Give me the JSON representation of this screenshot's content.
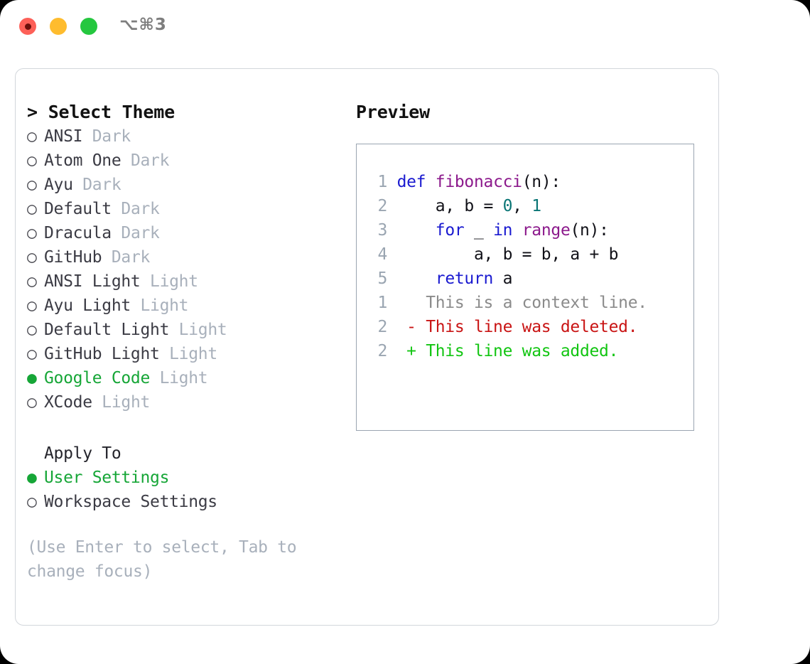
{
  "titlebar": {
    "shortcut": "⌥⌘3",
    "buttons": {
      "close": "close-button",
      "minimize": "minimize-button",
      "maximize": "maximize-button"
    }
  },
  "theme_picker": {
    "header": "> Select Theme",
    "bullet_selected": "●",
    "bullet_unselected": "○",
    "options": [
      {
        "name": "ANSI",
        "kind": "Dark",
        "selected": false
      },
      {
        "name": "Atom One",
        "kind": "Dark",
        "selected": false
      },
      {
        "name": "Ayu",
        "kind": "Dark",
        "selected": false
      },
      {
        "name": "Default",
        "kind": "Dark",
        "selected": false
      },
      {
        "name": "Dracula",
        "kind": "Dark",
        "selected": false
      },
      {
        "name": "GitHub",
        "kind": "Dark",
        "selected": false
      },
      {
        "name": "ANSI Light",
        "kind": "Light",
        "selected": false
      },
      {
        "name": "Ayu Light",
        "kind": "Light",
        "selected": false
      },
      {
        "name": "Default Light",
        "kind": "Light",
        "selected": false
      },
      {
        "name": "GitHub Light",
        "kind": "Light",
        "selected": false
      },
      {
        "name": "Google Code",
        "kind": "Light",
        "selected": true
      },
      {
        "name": "XCode",
        "kind": "Light",
        "selected": false
      }
    ]
  },
  "apply_to": {
    "header": "Apply To",
    "options": [
      {
        "name": "User Settings",
        "selected": true
      },
      {
        "name": "Workspace Settings",
        "selected": false
      }
    ]
  },
  "hint": "(Use Enter to select, Tab to change focus)",
  "preview": {
    "title": "Preview",
    "code_lines": [
      {
        "num": "1",
        "tokens": [
          {
            "t": "def",
            "c": "kw"
          },
          {
            "t": " ",
            "c": "txt"
          },
          {
            "t": "fibonacci",
            "c": "fn"
          },
          {
            "t": "(n):",
            "c": "punc"
          }
        ]
      },
      {
        "num": "2",
        "tokens": [
          {
            "t": "    a, b = ",
            "c": "txt"
          },
          {
            "t": "0",
            "c": "num"
          },
          {
            "t": ", ",
            "c": "txt"
          },
          {
            "t": "1",
            "c": "num"
          }
        ]
      },
      {
        "num": "3",
        "tokens": [
          {
            "t": "    ",
            "c": "txt"
          },
          {
            "t": "for",
            "c": "kw"
          },
          {
            "t": " _ ",
            "c": "txt"
          },
          {
            "t": "in",
            "c": "kw"
          },
          {
            "t": " ",
            "c": "txt"
          },
          {
            "t": "range",
            "c": "fn"
          },
          {
            "t": "(n):",
            "c": "punc"
          }
        ]
      },
      {
        "num": "4",
        "tokens": [
          {
            "t": "        a, b = b, a + b",
            "c": "txt"
          }
        ]
      },
      {
        "num": "5",
        "tokens": [
          {
            "t": "    ",
            "c": "txt"
          },
          {
            "t": "return",
            "c": "kw"
          },
          {
            "t": " a",
            "c": "txt"
          }
        ]
      }
    ],
    "diff_lines": [
      {
        "num": "1",
        "marker": " ",
        "text": "This is a context line.",
        "kind": "ctx"
      },
      {
        "num": "2",
        "marker": "-",
        "text": "This line was deleted.",
        "kind": "del"
      },
      {
        "num": "2",
        "marker": "+",
        "text": "This line was added.",
        "kind": "add"
      }
    ]
  },
  "colors": {
    "accent_green": "#16a637",
    "muted": "#a8b0bb",
    "keyword": "#1a1ad0",
    "function": "#8c1a8c",
    "number": "#0a7575",
    "diff_delete": "#c91414",
    "diff_add": "#12c512",
    "line_number": "#9aa5b1"
  }
}
